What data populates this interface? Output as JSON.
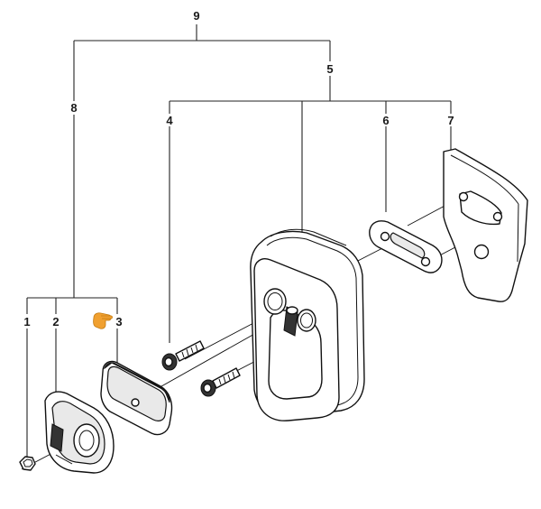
{
  "callouts": {
    "c1": "1",
    "c2": "2",
    "c3": "3",
    "c4": "4",
    "c5": "5",
    "c6": "6",
    "c7": "7",
    "c8": "8",
    "c9": "9"
  },
  "colors": {
    "pointer_hand": "#f0a030",
    "line": "#222222"
  },
  "icons": {
    "pointer": "pointing-hand-icon"
  }
}
